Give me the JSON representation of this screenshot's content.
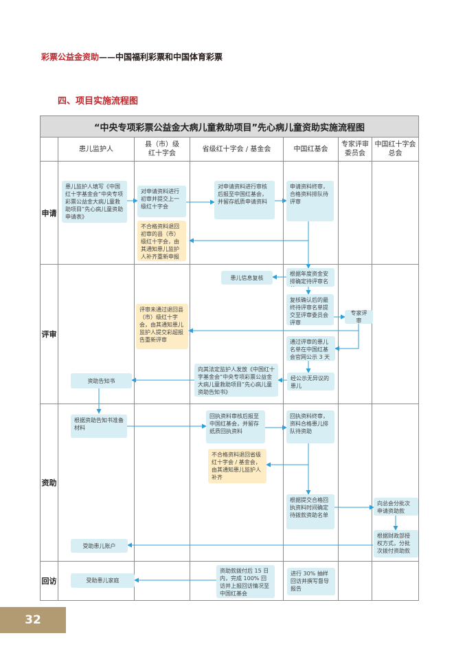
{
  "header": {
    "title_red": "彩票公益金资助",
    "title_rest": "——中国福利彩票和中国体育彩票"
  },
  "section_title": "四、项目实施流程图",
  "chart": {
    "title": "“中央专项彩票公益金大病儿童救助项目”先心病儿童资助实施流程图",
    "columns": [
      "患儿监护人",
      "县（市）级\n红十字会",
      "省级红十字会 / 基金会",
      "中国红基会",
      "专家评审\n委员会",
      "中国红十字会\n总会"
    ],
    "rows": [
      "申请",
      "评审",
      "资助",
      "回访"
    ]
  },
  "nodes": {
    "apply_form": "患儿监护人填写《中国红十字基金会“中央专项彩票公益金大病儿童救助项目”先心病儿童资助申请表》",
    "county_review": "对申请资料进行初审并提交上一级红十字会",
    "county_reject": "不合格资料退回初审的县（市）级红十字会，由其通知患儿监护人补齐重新申报",
    "province_review": "对申请资料进行审核后报至中国红基会，并留存纸质申请资料",
    "crcf_receive": "申请资料终审，合格资料排队待评审",
    "info_recheck": "患儿信息复核",
    "crcf_annual": "根据年度资金安排确定待评审名单",
    "crcf_submit": "复核确认后的最终待评审名单提交至评审委员会评审",
    "expert_review": "专家评审",
    "county_fail": "评审未通过退回县（市）级红十字会，由其通知患儿监护人提交彩超报告重新评审",
    "crcf_publicize": "通过评审的患儿名单在中国红基会官网公示 3 天",
    "crcf_no_objection": "经公示无异议的患儿",
    "aid_notice_send": "向其法定监护人发放《中国红十字基金会“中央专项彩票公益金大病儿童救助项目”先心病儿童资助告知书》",
    "aid_notice": "资助告知书",
    "prepare_materials": "根据资助告知书准备材料",
    "province_receipt": "回执资料审核后报至中国红基会，并留存纸质回执资料",
    "crcf_receipt": "回执资料终审，资料合格患儿排队待资助",
    "province_reject": "不合格资料退回省级红十字会 / 基金会，由其通知患儿监护人补齐",
    "crcf_funding_list": "根据提交合格回执资料时间确定待拨款资助名单",
    "rc_apply_fund": "向总会分批次申请资助款",
    "rc_disburse": "根据财政部授权方式，分批次拨付资助款",
    "receive_account": "受助患儿账户",
    "visit_family": "受助患儿家庭",
    "province_followup": "资助款拨付后 15 日内，完成 100% 回访并上报回访情况至中国红基会",
    "crcf_sample": "进行 30% 抽样回访并撰写督导报告"
  },
  "colors": {
    "accent_red": "#c0272d",
    "node_blue": "#d6eef4",
    "node_yellow": "#fdecc4",
    "arrow_blue": "#2e9fd8",
    "page_tab": "#b29a73"
  },
  "page_number": "32"
}
